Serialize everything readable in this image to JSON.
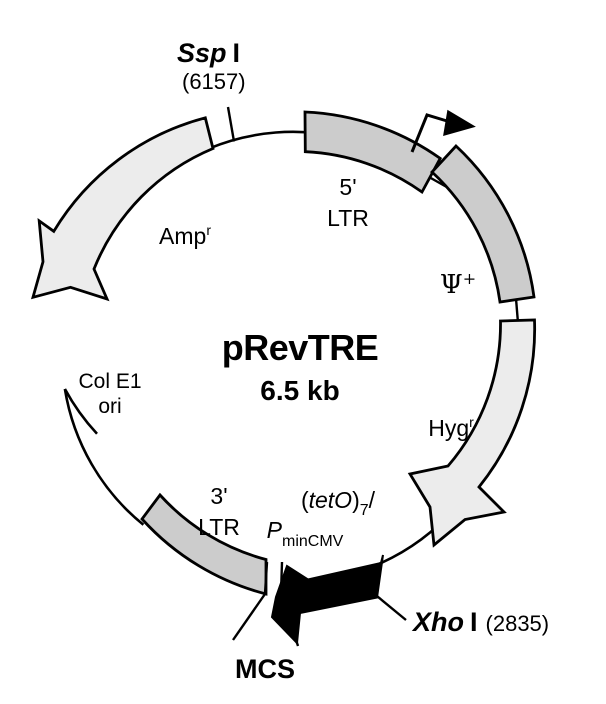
{
  "figure": {
    "kind": "plasmid-map",
    "center_title": "pRevTRE",
    "center_size": "6.5 kb"
  },
  "colors": {
    "background": "#ffffff",
    "stroke": "#000000",
    "ltr_fill": "#cccccc",
    "resistance_fill": "#ececec",
    "promoter_fill": "#000000"
  },
  "features": [
    {
      "id": "amp",
      "label_main": "Amp",
      "label_sup": "r",
      "shape": "arrow-counterclockwise",
      "fill": "#ececec"
    },
    {
      "id": "ltr5",
      "label_line1": "5'",
      "label_line2": "LTR",
      "shape": "arc-segment",
      "fill": "#cccccc"
    },
    {
      "id": "psi",
      "label_main": "Ψ",
      "label_sup": "+",
      "shape": "arc-segment",
      "fill": "#cccccc"
    },
    {
      "id": "hyg",
      "label_main": "Hyg",
      "label_sup": "r",
      "shape": "arrow-clockwise",
      "fill": "#ececec"
    },
    {
      "id": "tet_promoter",
      "label_line1_pre": "(",
      "label_line1_ital": "tetO",
      "label_line1_post": ")",
      "label_line1_sub": "7",
      "label_line1_slash": "/",
      "label_line2_ital": "P",
      "label_line2_sub": "minCMV",
      "shape": "arrow-counterclockwise-block",
      "fill": "#000000"
    },
    {
      "id": "ltr3",
      "label_line1": "3'",
      "label_line2": "LTR",
      "shape": "arc-segment",
      "fill": "#cccccc"
    },
    {
      "id": "colE1",
      "label_line1": "Col E1",
      "label_line2": "ori",
      "shape": "text-only",
      "fill": "none"
    }
  ],
  "restriction_sites": [
    {
      "id": "ssp1",
      "enzyme_name": "Ssp",
      "enzyme_numeral": "I",
      "position": "(6157)"
    },
    {
      "id": "xho1",
      "enzyme_name": "Xho",
      "enzyme_numeral": "I",
      "position": "(2835)"
    }
  ],
  "mcs": {
    "label": "MCS"
  },
  "labels": {
    "amp": "Amp",
    "amp_sup": "r",
    "ltr5_line1": "5'",
    "ltr5_line2": "LTR",
    "psi": "Ψ",
    "psi_sup": "+",
    "hyg": "Hyg",
    "hyg_sup": "r",
    "tet_open": "(",
    "tet_o": "tetO",
    "tet_close": ")",
    "tet_sub": "7",
    "tet_slash": "/",
    "pmin_p": "P",
    "pmin_sub": "minCMV",
    "ltr3_line1": "3'",
    "ltr3_line2": "LTR",
    "colE1_line1": "Col E1",
    "colE1_line2": "ori",
    "mcs": "MCS",
    "ssp_name": "Ssp",
    "ssp_numeral": "I",
    "ssp_pos": "(6157)",
    "xho_name": "Xho",
    "xho_numeral": "I",
    "xho_pos": "(2835)",
    "center_title": "pRevTRE",
    "center_size": "6.5 kb"
  }
}
